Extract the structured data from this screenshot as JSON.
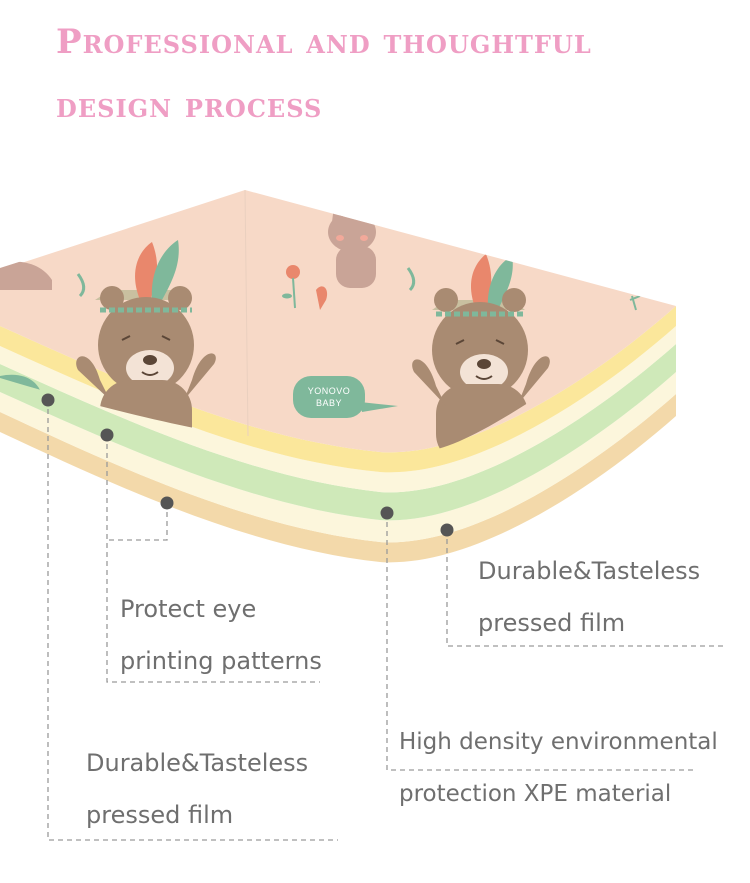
{
  "title": {
    "line1": "Professional and thoughtful",
    "line2": "design process"
  },
  "mat_print": {
    "bubble_line1": "YONOVO",
    "bubble_line2": "BABY"
  },
  "layers": [
    {
      "id": "top-film",
      "label_line1": "Durable&Tasteless",
      "label_line2": "pressed film"
    },
    {
      "id": "pattern",
      "label_line1": "Protect eye",
      "label_line2": "printing patterns"
    },
    {
      "id": "bottom-film",
      "label_line1": "Durable&Tasteless",
      "label_line2": "pressed film"
    },
    {
      "id": "xpe",
      "label_line1": "High density environmental",
      "label_line2": "protection XPE material"
    }
  ],
  "colors": {
    "title": "#ef9ec4",
    "mat_surface": "#f7d9c7",
    "layer_yellow": "#fbe79b",
    "layer_cream": "#fcf6dc",
    "layer_green": "#cfe9b9",
    "layer_base": "#f3d9aa",
    "bear": "#a98b72",
    "bubble": "#7fb89b",
    "leader_line": "#9a9a9a",
    "dot": "#555555"
  }
}
